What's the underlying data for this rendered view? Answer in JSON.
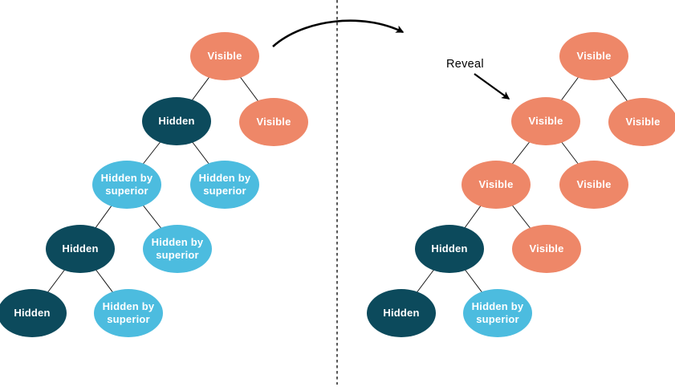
{
  "colors": {
    "visible": "#ee8768",
    "hidden": "#0c4a5c",
    "hidden_by_superior": "#4cbcdf",
    "node_text": "#ffffff",
    "edge": "#1a1a1a",
    "annotation": "#000000"
  },
  "annotation": {
    "reveal_label": "Reveal"
  },
  "trees": {
    "before": {
      "nodes": [
        {
          "label": "Visible",
          "state": "visible"
        },
        {
          "label": "Hidden",
          "state": "hidden"
        },
        {
          "label": "Visible",
          "state": "visible"
        },
        {
          "label": "Hidden by superior",
          "state": "hidden_by_superior"
        },
        {
          "label": "Hidden by superior",
          "state": "hidden_by_superior"
        },
        {
          "label": "Hidden",
          "state": "hidden"
        },
        {
          "label": "Hidden by superior",
          "state": "hidden_by_superior"
        },
        {
          "label": "Hidden",
          "state": "hidden"
        },
        {
          "label": "Hidden by superior",
          "state": "hidden_by_superior"
        }
      ]
    },
    "after": {
      "nodes": [
        {
          "label": "Visible",
          "state": "visible"
        },
        {
          "label": "Visible",
          "state": "visible"
        },
        {
          "label": "Visible",
          "state": "visible"
        },
        {
          "label": "Visible",
          "state": "visible"
        },
        {
          "label": "Visible",
          "state": "visible"
        },
        {
          "label": "Hidden",
          "state": "hidden"
        },
        {
          "label": "Visible",
          "state": "visible"
        },
        {
          "label": "Hidden",
          "state": "hidden"
        },
        {
          "label": "Hidden by superior",
          "state": "hidden_by_superior"
        }
      ]
    }
  }
}
